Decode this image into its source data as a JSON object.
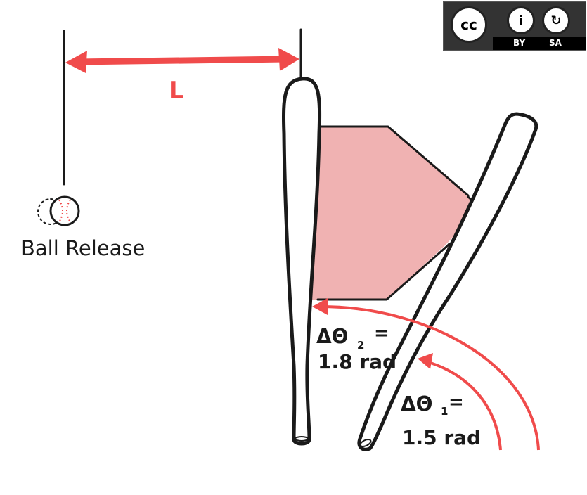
{
  "labels": {
    "length": "L",
    "ball_release": "Ball Release",
    "delta_theta_2_symbol": "ΔΘ",
    "delta_theta_2_sub": "2",
    "delta_theta_2_eq": "=",
    "delta_theta_2_value": "1.8 rad",
    "delta_theta_1_symbol": "ΔΘ",
    "delta_theta_1_sub": "1",
    "delta_theta_1_eq": "=",
    "delta_theta_1_value": "1.5 rad"
  },
  "license": {
    "cc": "cc",
    "by_glyph": "i",
    "sa_glyph": "↻",
    "by": "BY",
    "sa": "SA"
  },
  "colors": {
    "arrow": "#f04b4b",
    "zone_fill": "#f0b2b2",
    "ink": "#1a1a1a"
  }
}
